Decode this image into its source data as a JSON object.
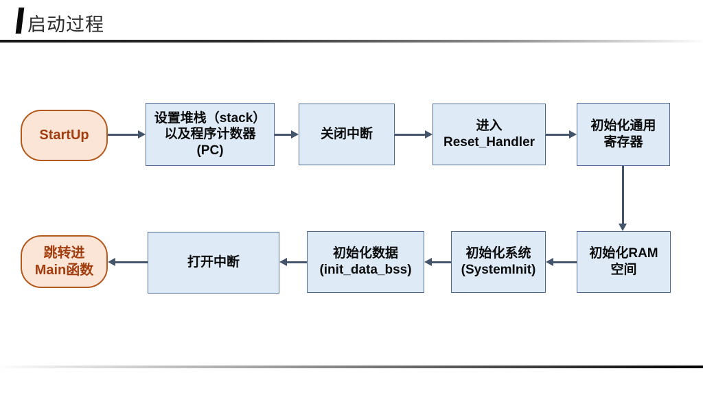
{
  "slide": {
    "title": "启动过程"
  },
  "flow": {
    "nodes": [
      {
        "id": "startup",
        "kind": "terminal",
        "lines": [
          "StartUp"
        ]
      },
      {
        "id": "setup-stack-pc",
        "kind": "process",
        "lines": [
          "设置堆栈（stack）",
          "以及程序计数器",
          "(PC)"
        ]
      },
      {
        "id": "disable-interrupts",
        "kind": "process",
        "lines": [
          "关闭中断"
        ]
      },
      {
        "id": "enter-reset-handler",
        "kind": "process",
        "lines": [
          "进入",
          "Reset_Handler"
        ]
      },
      {
        "id": "init-general-registers",
        "kind": "process",
        "lines": [
          "初始化通用",
          "寄存器"
        ]
      },
      {
        "id": "init-ram-space",
        "kind": "process",
        "lines": [
          "初始化RAM",
          "空间"
        ]
      },
      {
        "id": "init-system",
        "kind": "process",
        "lines": [
          "初始化系统",
          "(SystemInit)"
        ]
      },
      {
        "id": "init-data",
        "kind": "process",
        "lines": [
          "初始化数据",
          "(init_data_bss)"
        ]
      },
      {
        "id": "enable-interrupts",
        "kind": "process",
        "lines": [
          "打开中断"
        ]
      },
      {
        "id": "jump-to-main",
        "kind": "terminal",
        "lines": [
          "跳转进",
          "Main函数"
        ]
      }
    ],
    "colors": {
      "process_fill": "#DEEBF7",
      "process_border": "#4E6890",
      "terminal_fill": "#FBE5D6",
      "terminal_border": "#B4591C",
      "terminal_text": "#A23D10",
      "arrow": "#44546A",
      "title_text": "#2B2B2B"
    }
  }
}
